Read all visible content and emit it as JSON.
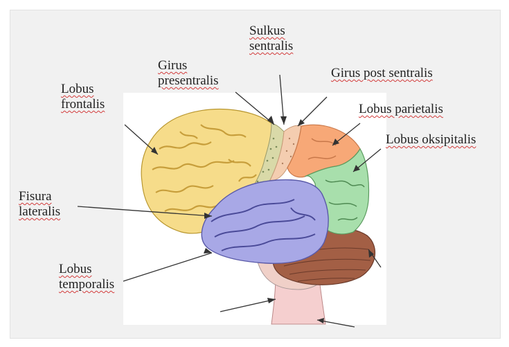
{
  "labels": {
    "sulkus_sentralis": [
      "Sulkus",
      "sentralis"
    ],
    "girus_presentralis": [
      "Girus",
      "presentralis"
    ],
    "girus_post_sentralis": "Girus post sentralis",
    "lobus_frontalis": [
      "Lobus",
      "frontalis"
    ],
    "lobus_parietalis": "Lobus parietalis",
    "lobus_oksipitalis": "Lobus oksipitalis",
    "fisura_lateralis": [
      "Fisura",
      "lateralis"
    ],
    "lobus_temporalis": [
      "Lobus",
      "temporalis"
    ]
  },
  "colors": {
    "frontal": "#f6dc8a",
    "precentral": "#d9d9a8",
    "postcentral": "#f4cdb0",
    "parietal": "#f7a877",
    "occipital": "#a8dfac",
    "temporal": "#a8a8e6",
    "cerebellum": "#a35f45",
    "brainstem": "#f5cfcf",
    "sulcus": "#c79e3b"
  }
}
